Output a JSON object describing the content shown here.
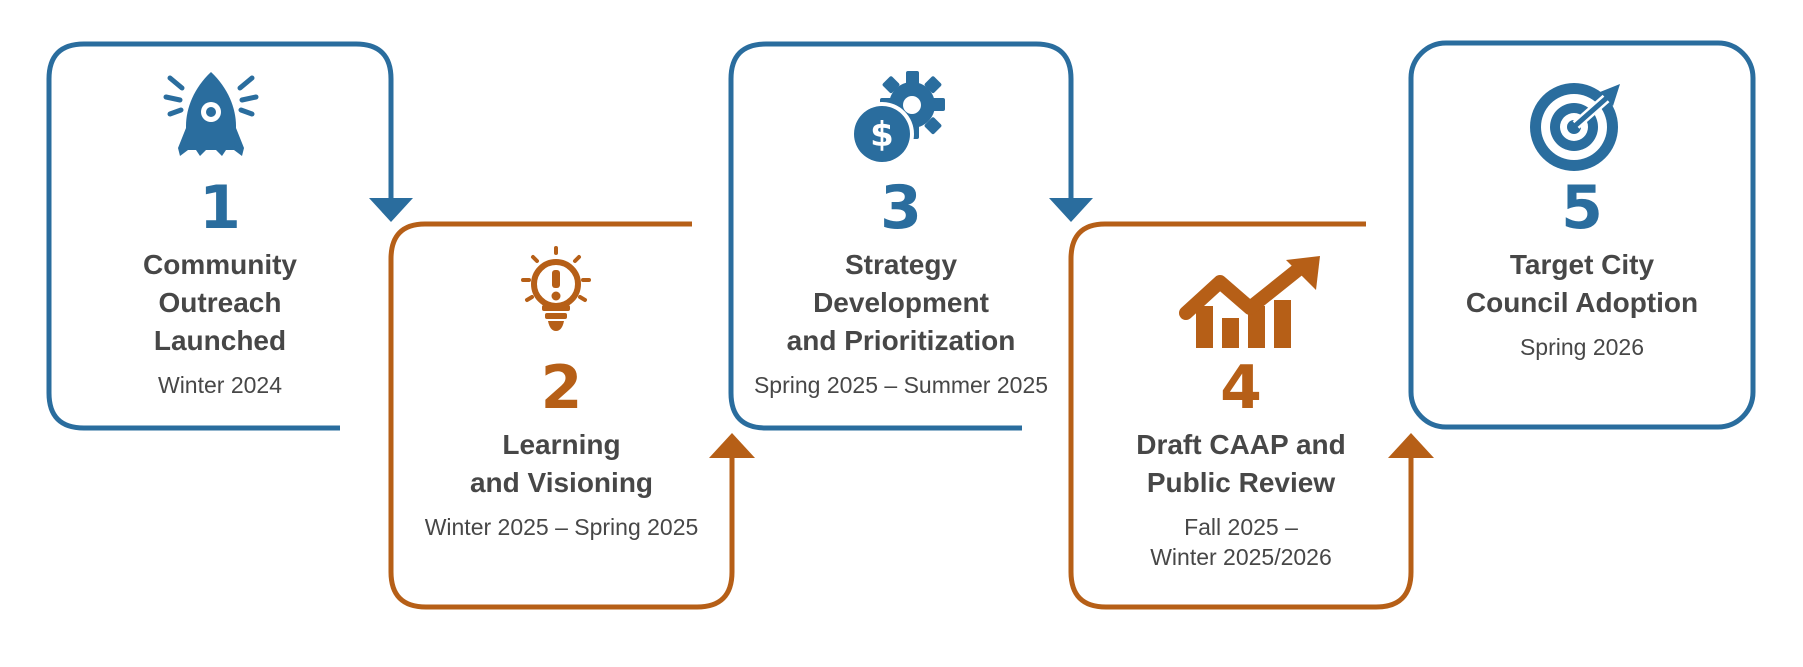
{
  "colors": {
    "blue": "#2a6d9e",
    "orange": "#b65f17",
    "text": "#474747"
  },
  "steps": [
    {
      "number": "1",
      "title": "Community\nOutreach\nLaunched",
      "date": "Winter 2024",
      "icon": "rocket-icon",
      "color": "blue"
    },
    {
      "number": "2",
      "title": "Learning\nand Visioning",
      "date": "Winter 2025 – Spring 2025",
      "icon": "lightbulb-exclamation-icon",
      "color": "orange"
    },
    {
      "number": "3",
      "title": "Strategy\nDevelopment\nand Prioritization",
      "date": "Spring 2025 – Summer 2025",
      "icon": "dollar-gear-icon",
      "color": "blue"
    },
    {
      "number": "4",
      "title": "Draft CAAP and\nPublic Review",
      "date": "Fall 2025 –\nWinter 2025/2026",
      "icon": "growth-chart-icon",
      "color": "orange"
    },
    {
      "number": "5",
      "title": "Target City\nCouncil Adoption",
      "date": "Spring 2026",
      "icon": "target-icon",
      "color": "blue"
    }
  ]
}
